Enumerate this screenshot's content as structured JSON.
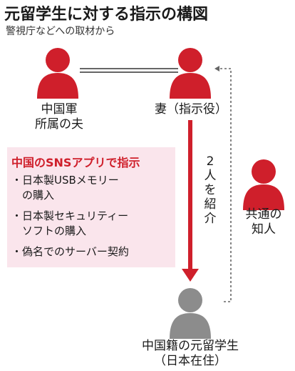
{
  "header": {
    "title": "元留学生に対する指示の構図",
    "subtitle": "警視庁などへの取材から"
  },
  "nodes": {
    "husband": {
      "line1": "中国軍",
      "line2": "所属の夫"
    },
    "wife": {
      "label": "妻（指示役）"
    },
    "acquaintance": {
      "line1": "共通の",
      "line2": "知人"
    },
    "student": {
      "line1": "中国籍の元留学生",
      "line2": "（日本在住）"
    }
  },
  "instruction_box": {
    "title": "中国のSNSアプリで指示",
    "items": [
      {
        "line1": "・日本製USBメモリー",
        "line2": "　の購入"
      },
      {
        "line1": "・日本製セキュリティー",
        "line2": "　ソフトの購入"
      },
      {
        "line1": "・偽名でのサーバー契約"
      }
    ]
  },
  "introduction_label": [
    "2",
    "人",
    "を",
    "紹",
    "介"
  ],
  "colors": {
    "red": "#cf1f2b",
    "gray_person": "#8c8c8c",
    "box_bg": "#fae5ec",
    "dotted": "#666666"
  }
}
